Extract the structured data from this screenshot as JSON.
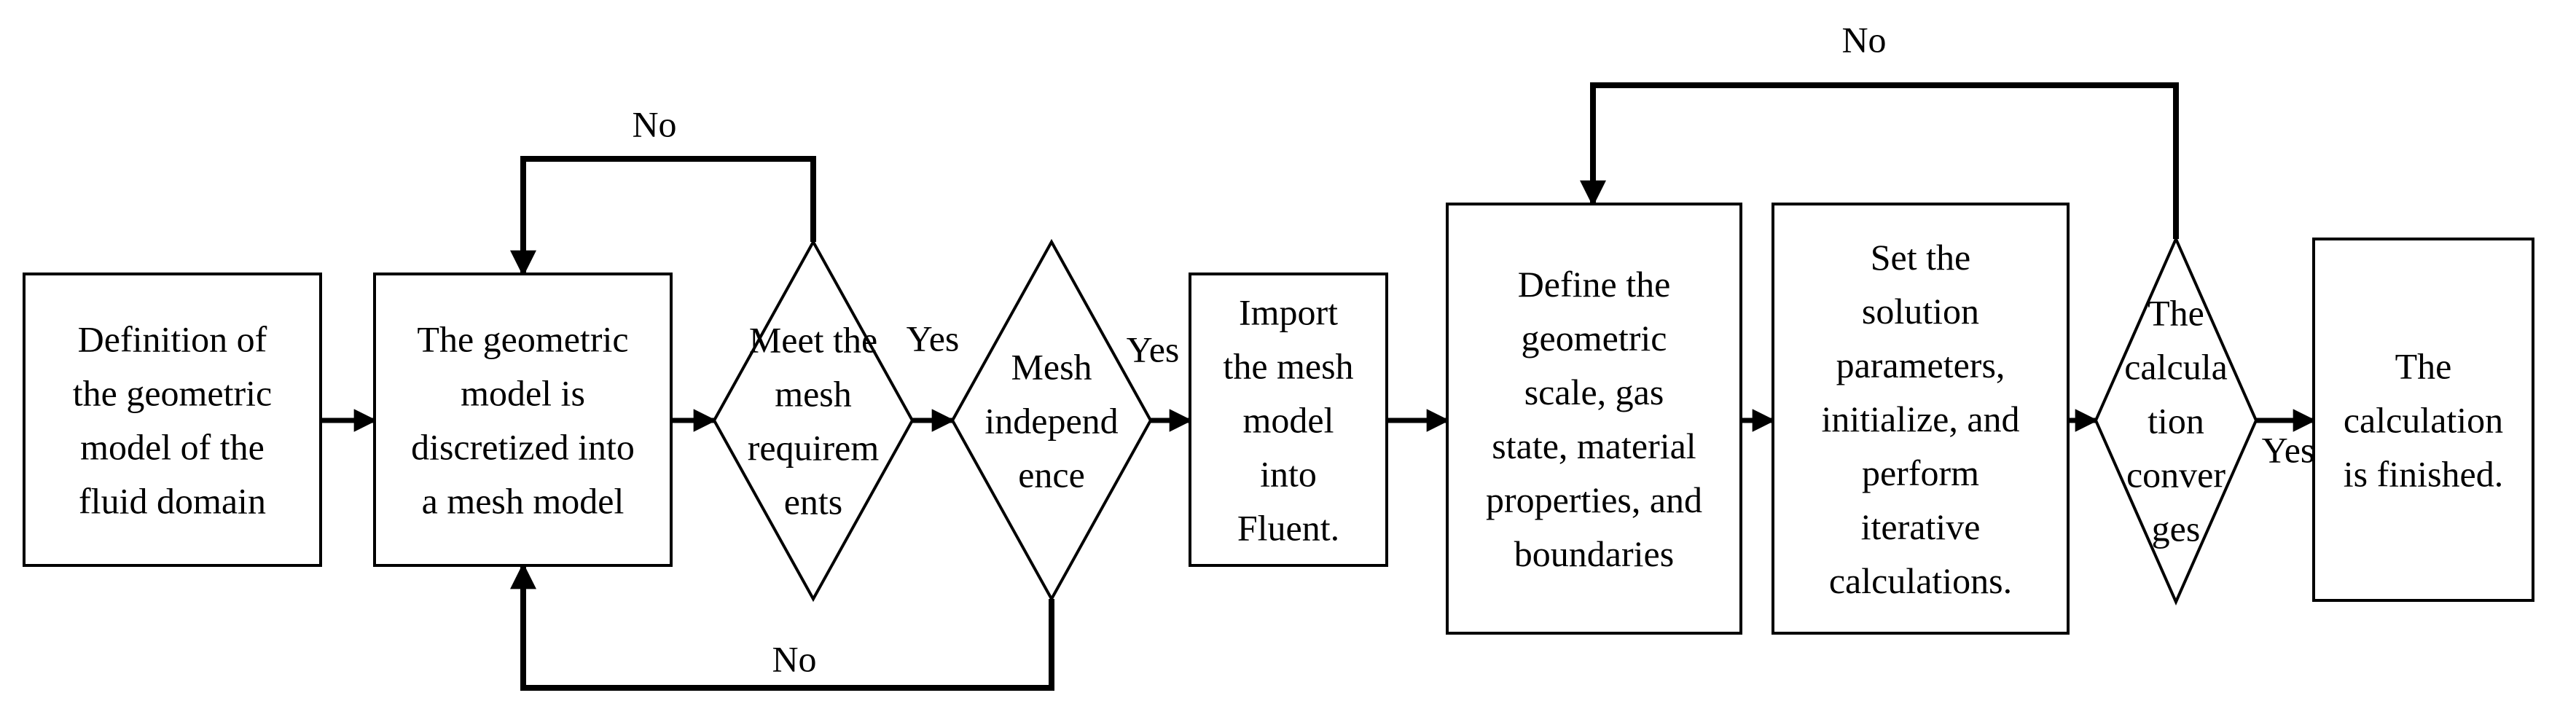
{
  "nodes": [
    {
      "id": "n1",
      "shape": "rect",
      "lines": [
        "Definition of",
        "the geometric",
        "model of the",
        "fluid domain"
      ]
    },
    {
      "id": "n2",
      "shape": "rect",
      "lines": [
        "The geometric",
        "model is",
        "discretized into",
        "a mesh model"
      ]
    },
    {
      "id": "d1",
      "shape": "diamond",
      "lines": [
        "Meet the",
        "mesh",
        "requirem",
        "ents"
      ]
    },
    {
      "id": "d2",
      "shape": "diamond",
      "lines": [
        "Mesh",
        "independ",
        "ence"
      ]
    },
    {
      "id": "n3",
      "shape": "rect",
      "lines": [
        "Import",
        "the mesh",
        "model",
        "into",
        "Fluent."
      ]
    },
    {
      "id": "n4",
      "shape": "rect",
      "lines": [
        "Define the",
        "geometric",
        "scale, gas",
        "state, material",
        "properties, and",
        "boundaries"
      ]
    },
    {
      "id": "n5",
      "shape": "rect",
      "lines": [
        "Set the",
        "solution",
        "parameters,",
        "initialize, and",
        "perform",
        "iterative",
        "calculations."
      ]
    },
    {
      "id": "d3",
      "shape": "diamond",
      "lines": [
        "The",
        "calcula",
        "tion",
        "conver",
        "ges"
      ]
    },
    {
      "id": "n6",
      "shape": "rect",
      "lines": [
        "The",
        "calculation",
        "is finished."
      ]
    }
  ],
  "edges": [
    {
      "from": "n1",
      "to": "n2",
      "label": ""
    },
    {
      "from": "n2",
      "to": "d1",
      "label": ""
    },
    {
      "from": "d1",
      "to": "d2",
      "label": "Yes"
    },
    {
      "from": "d2",
      "to": "n3",
      "label": "Yes"
    },
    {
      "from": "n3",
      "to": "n4",
      "label": ""
    },
    {
      "from": "n4",
      "to": "n5",
      "label": ""
    },
    {
      "from": "n5",
      "to": "d3",
      "label": ""
    },
    {
      "from": "d3",
      "to": "n6",
      "label": "Yes"
    },
    {
      "from": "d1",
      "to": "n2",
      "label": "No"
    },
    {
      "from": "d2",
      "to": "n2",
      "label": "No"
    },
    {
      "from": "d3",
      "to": "n4",
      "label": "No"
    }
  ]
}
